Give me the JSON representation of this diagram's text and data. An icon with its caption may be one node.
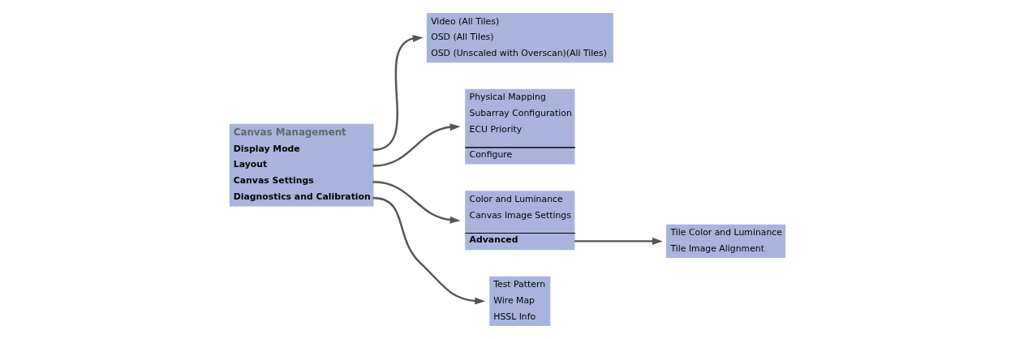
{
  "diagram": {
    "nodes": [
      {
        "text": [
          "Canvas Management",
          "Display Mode",
          "Layout",
          "Canvas Settings",
          "Diagnostics and Calibration"
        ]
      },
      {
        "text": [
          "Video (All Tiles)",
          "OSD (All Tiles)",
          "OSD (Unscaled with Overscan)(All Tiles)"
        ]
      },
      {
        "text": [
          "Physical Mapping",
          "Subarray Configuration",
          "ECU Priority",
          "Configure"
        ]
      },
      {
        "text": [
          "Test Pattern",
          "Wire Map",
          "HSSL Info"
        ]
      },
      {
        "text": [
          "Color and Luminance",
          "Canvas Image Settings",
          "Advanced"
        ]
      },
      {
        "text": [
          "Tile Color and Luminance",
          "Tile Image Alignment"
        ]
      }
    ],
    "edges": [
      {
        "from": 0,
        "to": 1,
        "arrow": "to"
      },
      {
        "from": 0,
        "to": 2,
        "arrow": "to"
      },
      {
        "from": 0,
        "to": 4,
        "arrow": "to"
      },
      {
        "from": 0,
        "to": 3,
        "arrow": "to"
      },
      {
        "from": 4,
        "to": 5,
        "arrow": "to"
      }
    ]
  }
}
